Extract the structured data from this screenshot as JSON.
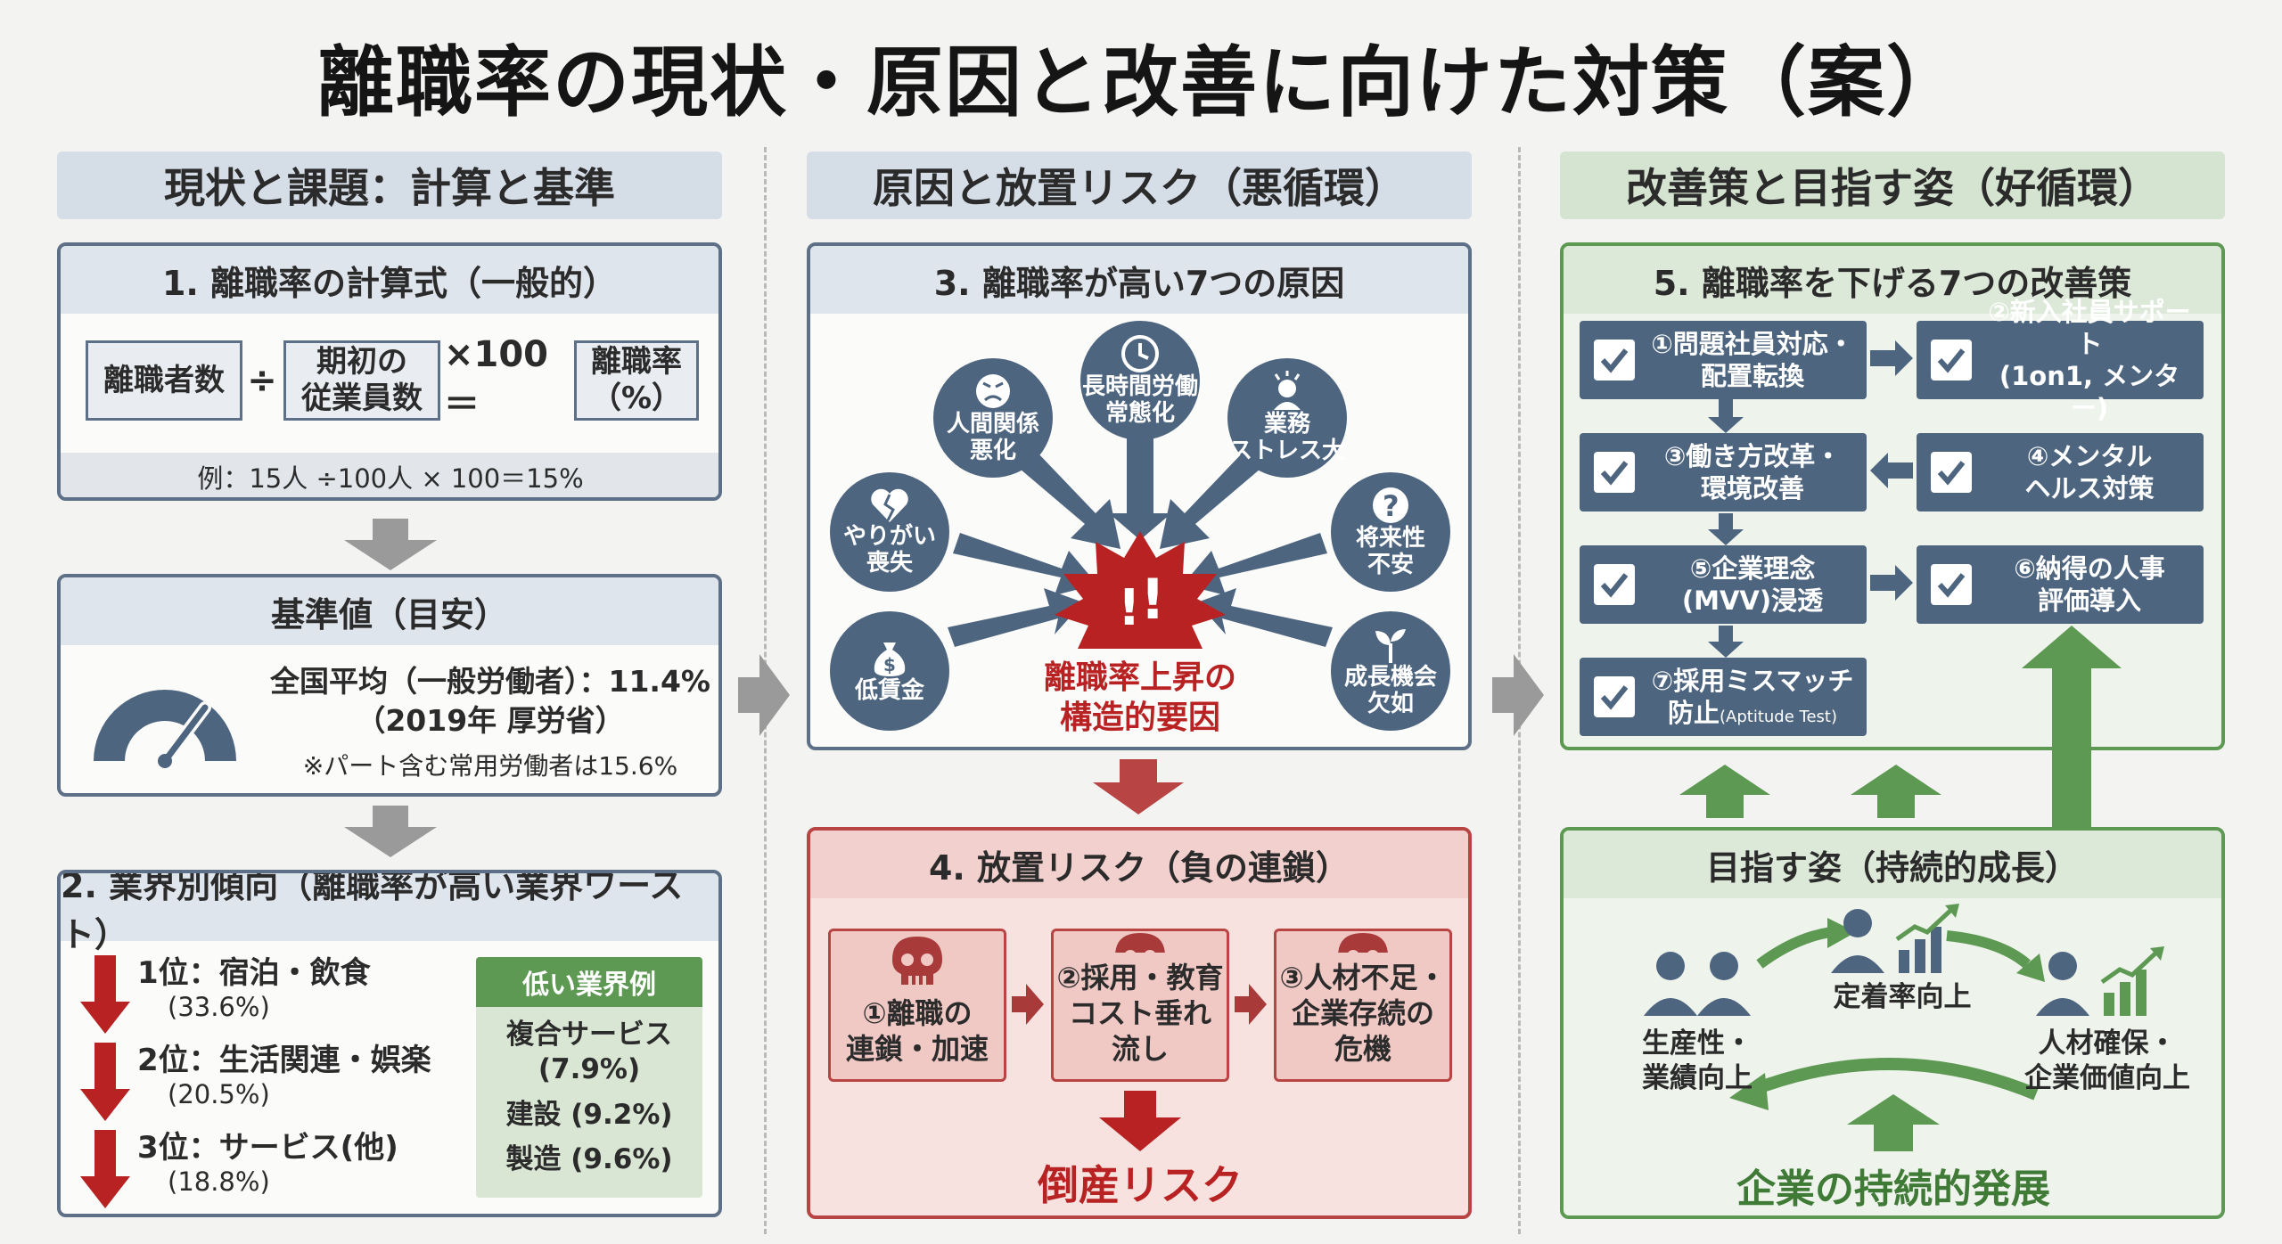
{
  "title": "離職率の現状・原因と改善に向けた対策（案）",
  "columns": [
    {
      "heading": "現状と課題：計算と基準"
    },
    {
      "heading": "原因と放置リスク（悪循環）"
    },
    {
      "heading": "改善策と目指す姿（好循環）"
    }
  ],
  "formula": {
    "title": "1. 離職率の計算式（一般的）",
    "numerator": "離職者数",
    "divide": "÷",
    "denominator": "期初の\n従業員数",
    "multiply": "×100＝",
    "result": "離職率\n（%）",
    "example": "例：15人 ÷100人 × 100＝15%"
  },
  "benchmark": {
    "title": "基準値（目安）",
    "line1": "全国平均（一般労働者）：11.4%",
    "line2": "（2019年 厚労省）",
    "note": "※パート含む常用労働者は15.6%"
  },
  "industry": {
    "title": "2. 業界別傾向（離職率が高い業界ワースト）",
    "ranks": [
      {
        "label": "1位：宿泊・飲食",
        "pct": "(33.6%)"
      },
      {
        "label": "2位：生活関連・娯楽",
        "pct": "(20.5%)"
      },
      {
        "label": "3位：サービス(他)",
        "pct": "(18.8%)"
      }
    ],
    "low_title": "低い業界例",
    "low_items": [
      "複合サービス\n(7.9%)",
      "建設 (9.2%)",
      "製造 (9.6%)"
    ]
  },
  "causes": {
    "title": "3. 離職率が高い7つの原因",
    "center": "離職率上昇の\n構造的要因",
    "items": [
      {
        "label": "長時間労働\n常態化",
        "icon": "clock-icon"
      },
      {
        "label": "人間関係\n悪化",
        "icon": "angry-face-icon"
      },
      {
        "label": "業務\nストレス大",
        "icon": "stress-person-icon"
      },
      {
        "label": "やりがい\n喪失",
        "icon": "broken-heart-icon"
      },
      {
        "label": "将来性\n不安",
        "icon": "question-icon"
      },
      {
        "label": "低賃金",
        "icon": "money-bag-icon"
      },
      {
        "label": "成長機会\n欠如",
        "icon": "sprout-icon"
      }
    ]
  },
  "risk": {
    "title": "4. 放置リスク（負の連鎖）",
    "chain": [
      "①離職の\n連鎖・加速",
      "②採用・教育\nコスト垂れ\n流し",
      "③人材不足・\n企業存続の\n危機"
    ],
    "result": "倒産リスク"
  },
  "measures": {
    "title": "5. 離職率を下げる7つの改善策",
    "items": [
      {
        "text": "①問題社員対応・\n配置転換"
      },
      {
        "text": "②新入社員サポート\n(1on1, メンター)"
      },
      {
        "text": "③働き方改革・\n環境改善"
      },
      {
        "text": "④メンタル\nヘルス対策"
      },
      {
        "text": "⑤企業理念\n(MVV)浸透"
      },
      {
        "text": "⑥納得の人事\n評価導入"
      },
      {
        "text": "⑦採用ミスマッチ\n防止",
        "small": "(Aptitude Test)"
      }
    ]
  },
  "goal": {
    "title": "目指す姿（持続的成長）",
    "left": "生産性・\n業績向上",
    "top": "定着率向上",
    "right": "人材確保・\n企業価値向上",
    "bottom": "企業の持続的発展"
  },
  "colors": {
    "navy": "#4e6580",
    "red": "#b82222",
    "green": "#5e9954",
    "gray": "#9a9a9a"
  }
}
